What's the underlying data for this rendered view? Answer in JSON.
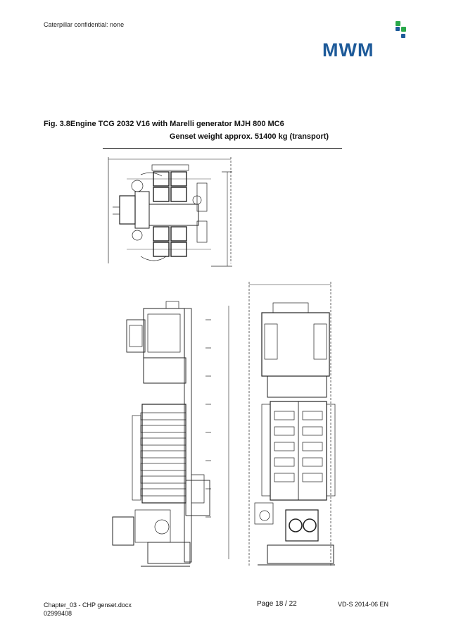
{
  "header": {
    "confidential": "Caterpillar confidential: none",
    "logo": {
      "text": "MWM",
      "brand_color": "#1d5a99",
      "accent_green": "#2aa84a",
      "accent_blue": "#1d5a99"
    }
  },
  "figure": {
    "title": "Fig. 3.8Engine TCG 2032 V16 with Marelli generator MJH 800 MC6",
    "subtitle": "Genset weight approx. 51400 kg (transport)",
    "drawing": "technical-drawing"
  },
  "footer": {
    "document": "Chapter_03 - CHP genset.docx",
    "doc_number": "02999408",
    "page": "Page 18 / 22",
    "version": "VD-S 2014-06 EN"
  }
}
